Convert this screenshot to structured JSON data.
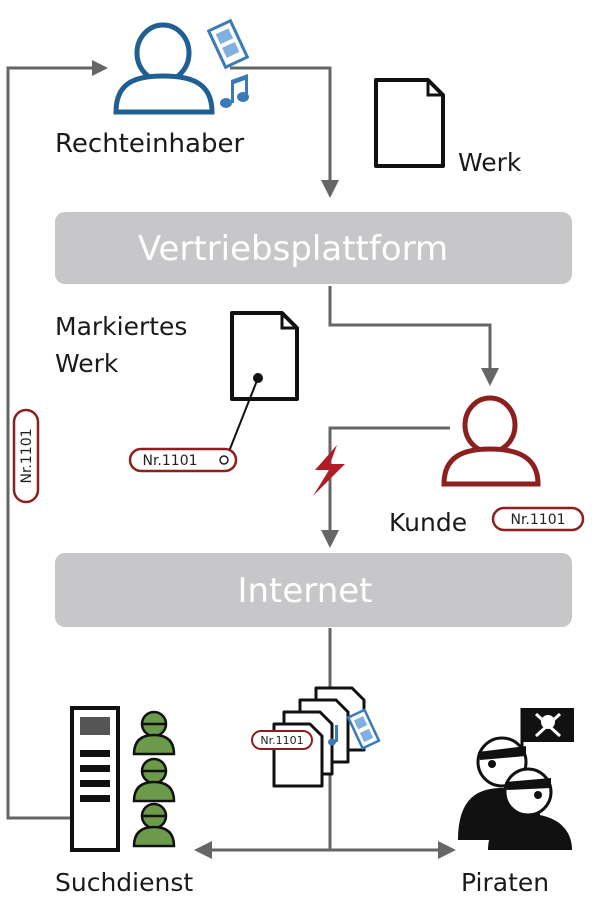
{
  "labels": {
    "rights_holder": "Rechteinhaber",
    "work": "Werk",
    "platform": "Vertriebsplattform",
    "marked_line1": "Markiertes",
    "marked_line2": "Werk",
    "customer": "Kunde",
    "internet": "Internet",
    "search_service": "Suchdienst",
    "pirates": "Piraten"
  },
  "badge_text": "Nr.1101",
  "colors": {
    "box_fill": "#c7c7c9",
    "box_text": "#ffffff",
    "arrow": "#666666",
    "rights_holder": "#1f5f93",
    "customer": "#8e1f1f",
    "badge_border": "#8e1f1f",
    "lightning": "#b01c24",
    "search_people": "#6a9a4a"
  },
  "icons": {
    "rights_holder": "person-icon",
    "media": "film-icon",
    "music": "music-note-icon",
    "document": "document-icon",
    "customer": "person-icon",
    "lightning": "lightning-icon",
    "server": "server-icon",
    "pirate_flag": "skull-flag-icon"
  }
}
